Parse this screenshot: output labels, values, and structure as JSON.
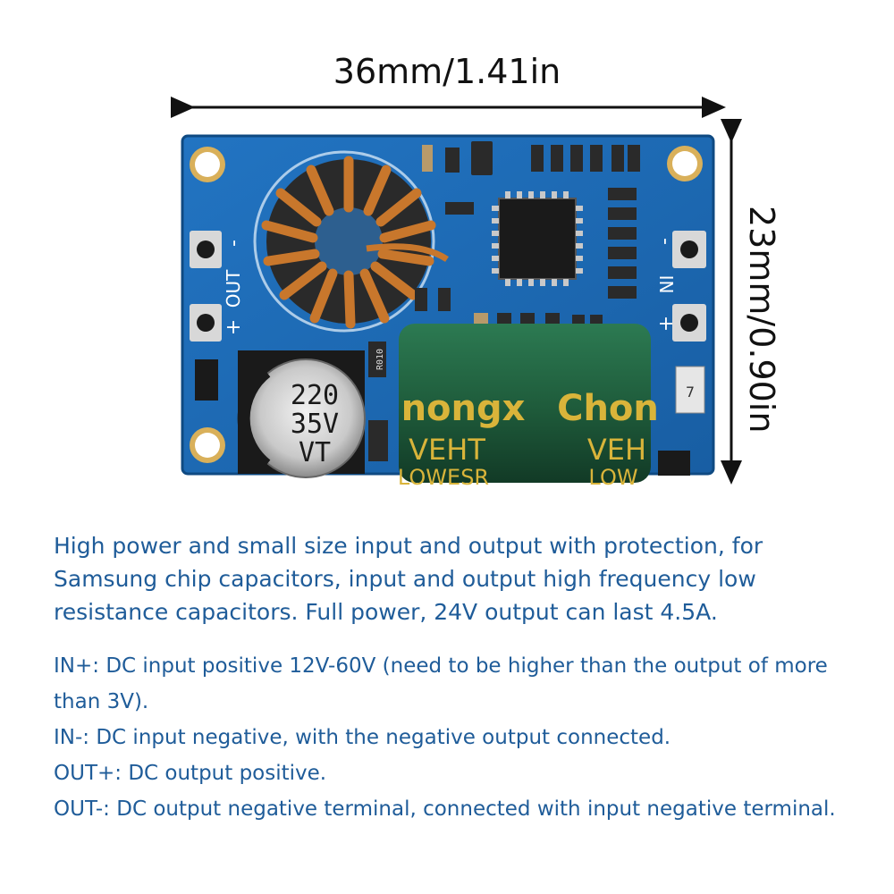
{
  "dimensions": {
    "width": "36mm/1.41in",
    "height": "23mm/0.90in"
  },
  "board": {
    "out_label": "OUT",
    "out_minus": "-",
    "out_plus": "+",
    "in_label": "IN",
    "in_minus": "-",
    "in_plus": "+",
    "small_cap_text": [
      "220",
      "35V",
      "VT"
    ],
    "big_cap_text": [
      "nongx",
      "VEHT",
      "LOWESR"
    ],
    "big_cap_text_right": [
      "Chon",
      "VEH",
      "LOW"
    ],
    "resistor_mark": "7",
    "inductor_chip_mark": "R010",
    "colors": {
      "pcb": "#1c69b4",
      "copper": "#c8772c",
      "cap_green": "#1e5a3a",
      "chip": "#1a1a1a"
    }
  },
  "description": "High power and small size input and output with protection, for Samsung chip capacitors, input and output high frequency low resistance capacitors. Full power, 24V output can last 4.5A.",
  "pins": [
    "IN+: DC input positive 12V-60V (need to be higher than the output of more than 3V).",
    "IN-: DC input negative, with the negative output connected.",
    "OUT+: DC output positive.",
    "OUT-: DC output negative terminal, connected with input negative terminal."
  ]
}
